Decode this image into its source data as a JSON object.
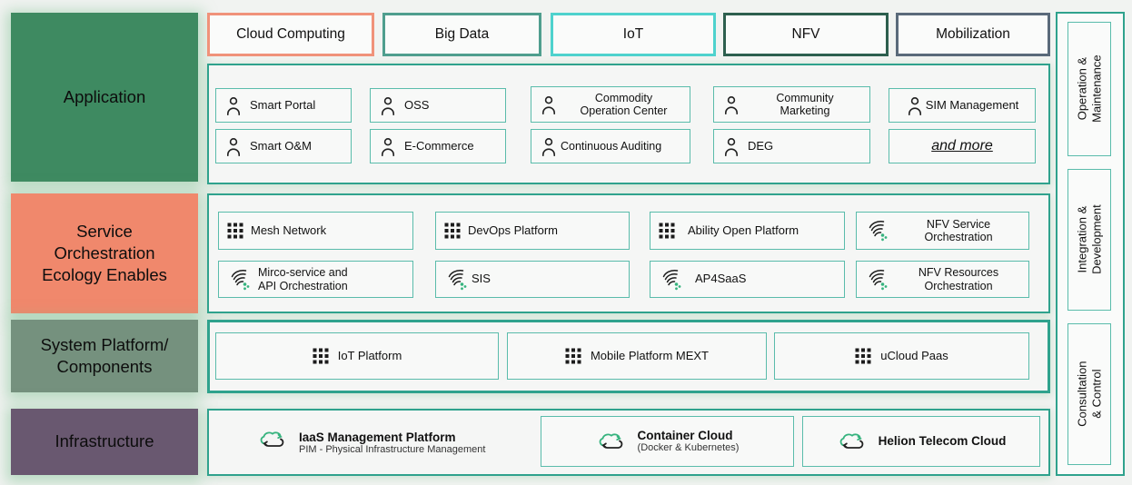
{
  "palette": {
    "container_border": "#2fa28d",
    "item_border": "#5abcab",
    "glow": "#82c396",
    "icon_green": "#36b37e",
    "text": "#111111"
  },
  "top_tabs": [
    {
      "label": "Cloud Computing",
      "border": "#f0927a"
    },
    {
      "label": "Big Data",
      "border": "#4f9e8e"
    },
    {
      "label": "IoT",
      "border": "#4ed2cd"
    },
    {
      "label": "NFV",
      "border": "#2d5f4e"
    },
    {
      "label": "Mobilization",
      "border": "#5a6a7a"
    }
  ],
  "layers": {
    "application": {
      "label": "Application",
      "color": "#3e8a61"
    },
    "service": {
      "label": "Service\nOrchestration\nEcology Enables",
      "color": "#f0886c"
    },
    "system": {
      "label": "System Platform/\nComponents",
      "color": "#75917e"
    },
    "infrastructure": {
      "label": "Infrastructure",
      "color": "#695870"
    }
  },
  "application": {
    "items": [
      {
        "label": "Smart Portal",
        "icon": "person-icon"
      },
      {
        "label": "OSS",
        "icon": "person-icon"
      },
      {
        "label": "Commodity\nOperation Center",
        "icon": "person-icon"
      },
      {
        "label": "Community\nMarketing",
        "icon": "person-icon"
      },
      {
        "label": "SIM Management",
        "icon": "person-icon"
      },
      {
        "label": "Smart O&M",
        "icon": "person-icon"
      },
      {
        "label": "E-Commerce",
        "icon": "person-icon"
      },
      {
        "label": "Continuous Auditing",
        "icon": "person-icon"
      },
      {
        "label": "DEG",
        "icon": "person-icon"
      },
      {
        "label": "and more",
        "icon": "none"
      }
    ]
  },
  "service": {
    "items": [
      {
        "label": "Mesh Network",
        "icon": "grid-icon"
      },
      {
        "label": "DevOps Platform",
        "icon": "grid-icon"
      },
      {
        "label": "Ability Open Platform",
        "icon": "grid-icon"
      },
      {
        "label": "NFV Service\nOrchestration",
        "icon": "orchestration-icon"
      },
      {
        "label": "Mirco-service and\nAPI Orchestration",
        "icon": "orchestration-icon"
      },
      {
        "label": "SIS",
        "icon": "orchestration-icon"
      },
      {
        "label": "AP4SaaS",
        "icon": "orchestration-icon"
      },
      {
        "label": "NFV Resources\nOrchestration",
        "icon": "orchestration-icon"
      }
    ]
  },
  "system": {
    "items": [
      {
        "label": "IoT Platform",
        "icon": "grid-icon"
      },
      {
        "label": "Mobile Platform MEXT",
        "icon": "grid-icon"
      },
      {
        "label": "uCloud Paas",
        "icon": "grid-icon"
      }
    ]
  },
  "infrastructure": {
    "items": [
      {
        "title": "IaaS Management Platform",
        "subtitle": "PIM - Physical Infrastructure Management",
        "icon": "cloud-sync-icon"
      },
      {
        "title": "Container Cloud",
        "subtitle": "(Docker & Kubernetes)",
        "icon": "cloud-sync-icon"
      },
      {
        "title": "Helion Telecom Cloud",
        "subtitle": "",
        "icon": "cloud-sync-icon"
      }
    ]
  },
  "side_panels": [
    {
      "label": "Operation &\nMaintenance"
    },
    {
      "label": "Integration &\nDevelopment"
    },
    {
      "label": "Consultation & Control"
    }
  ]
}
